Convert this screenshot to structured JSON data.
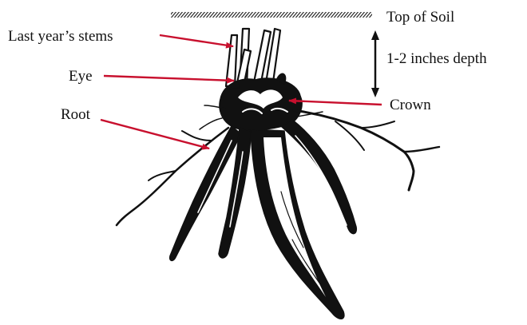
{
  "diagram": {
    "labels": {
      "top_of_soil": "Top of Soil",
      "depth": "1-2 inches depth",
      "stems": "Last year’s stems",
      "eye": "Eye",
      "root": "Root",
      "crown": "Crown"
    },
    "colors": {
      "arrow": "#c8102e",
      "ink": "#111111",
      "background": "#ffffff"
    },
    "icons": {
      "soil_line": "hatched-soil-line",
      "depth_marker": "double-arrow-icon"
    }
  }
}
